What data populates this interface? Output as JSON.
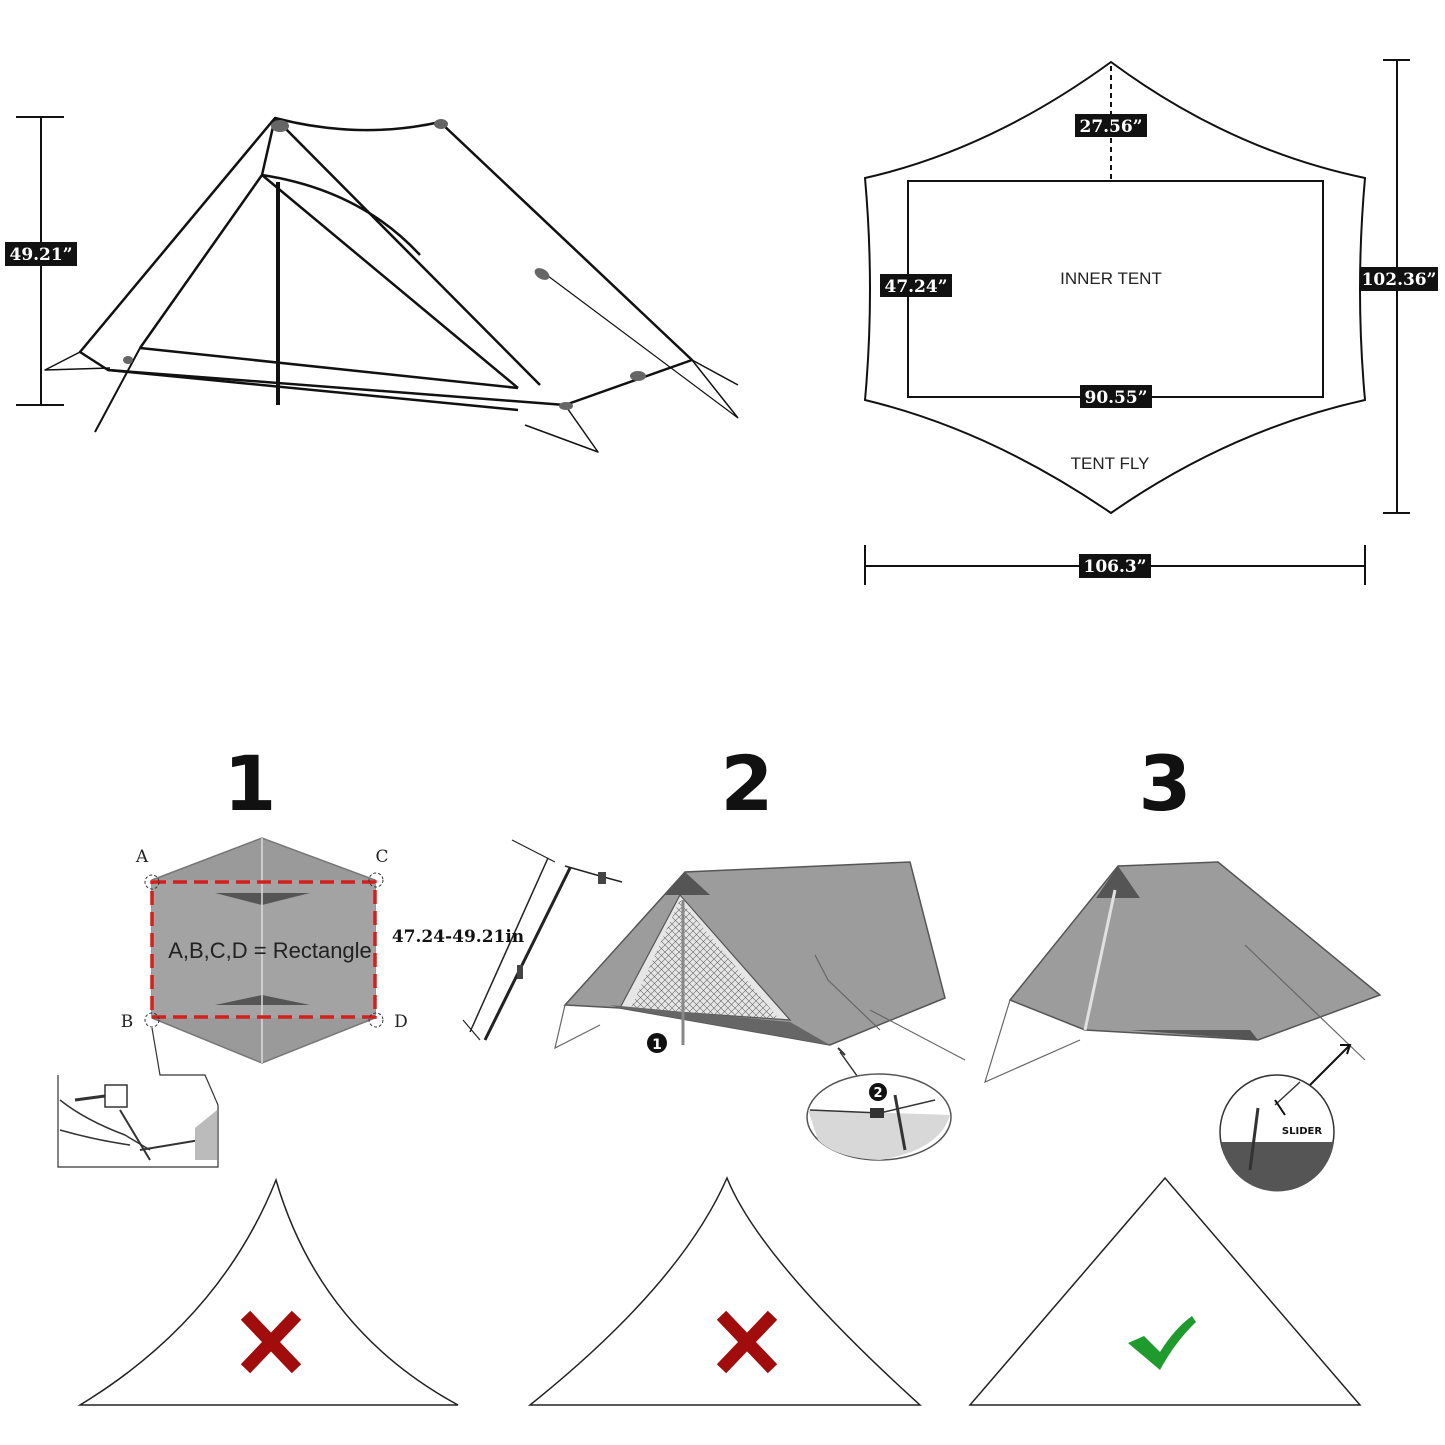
{
  "dimensions": {
    "height": "49.21”",
    "top_gap": "27.56”",
    "inner_width": "47.24”",
    "total_length": "102.36”",
    "inner_length": "90.55”",
    "total_width": "106.3”"
  },
  "labels": {
    "inner_tent": "INNER TENT",
    "tent_fly": "TENT FLY"
  },
  "steps": [
    {
      "number": "1"
    },
    {
      "number": "2"
    },
    {
      "number": "3"
    }
  ],
  "step1": {
    "corner_a": "A",
    "corner_b": "B",
    "corner_c": "C",
    "corner_d": "D",
    "rectangle_note": "A,B,C,D = Rectangle",
    "pole_height": "47.24-49.21in"
  },
  "step2": {
    "marker_1": "1",
    "marker_2": "2"
  },
  "step3": {
    "slider_label": "SLIDER"
  },
  "pitch_examples": [
    {
      "result": "wrong",
      "icon": "cross-icon",
      "color": "#a10d0d"
    },
    {
      "result": "wrong",
      "icon": "cross-icon",
      "color": "#a10d0d"
    },
    {
      "result": "correct",
      "icon": "check-icon",
      "color": "#1f9a2c"
    }
  ]
}
